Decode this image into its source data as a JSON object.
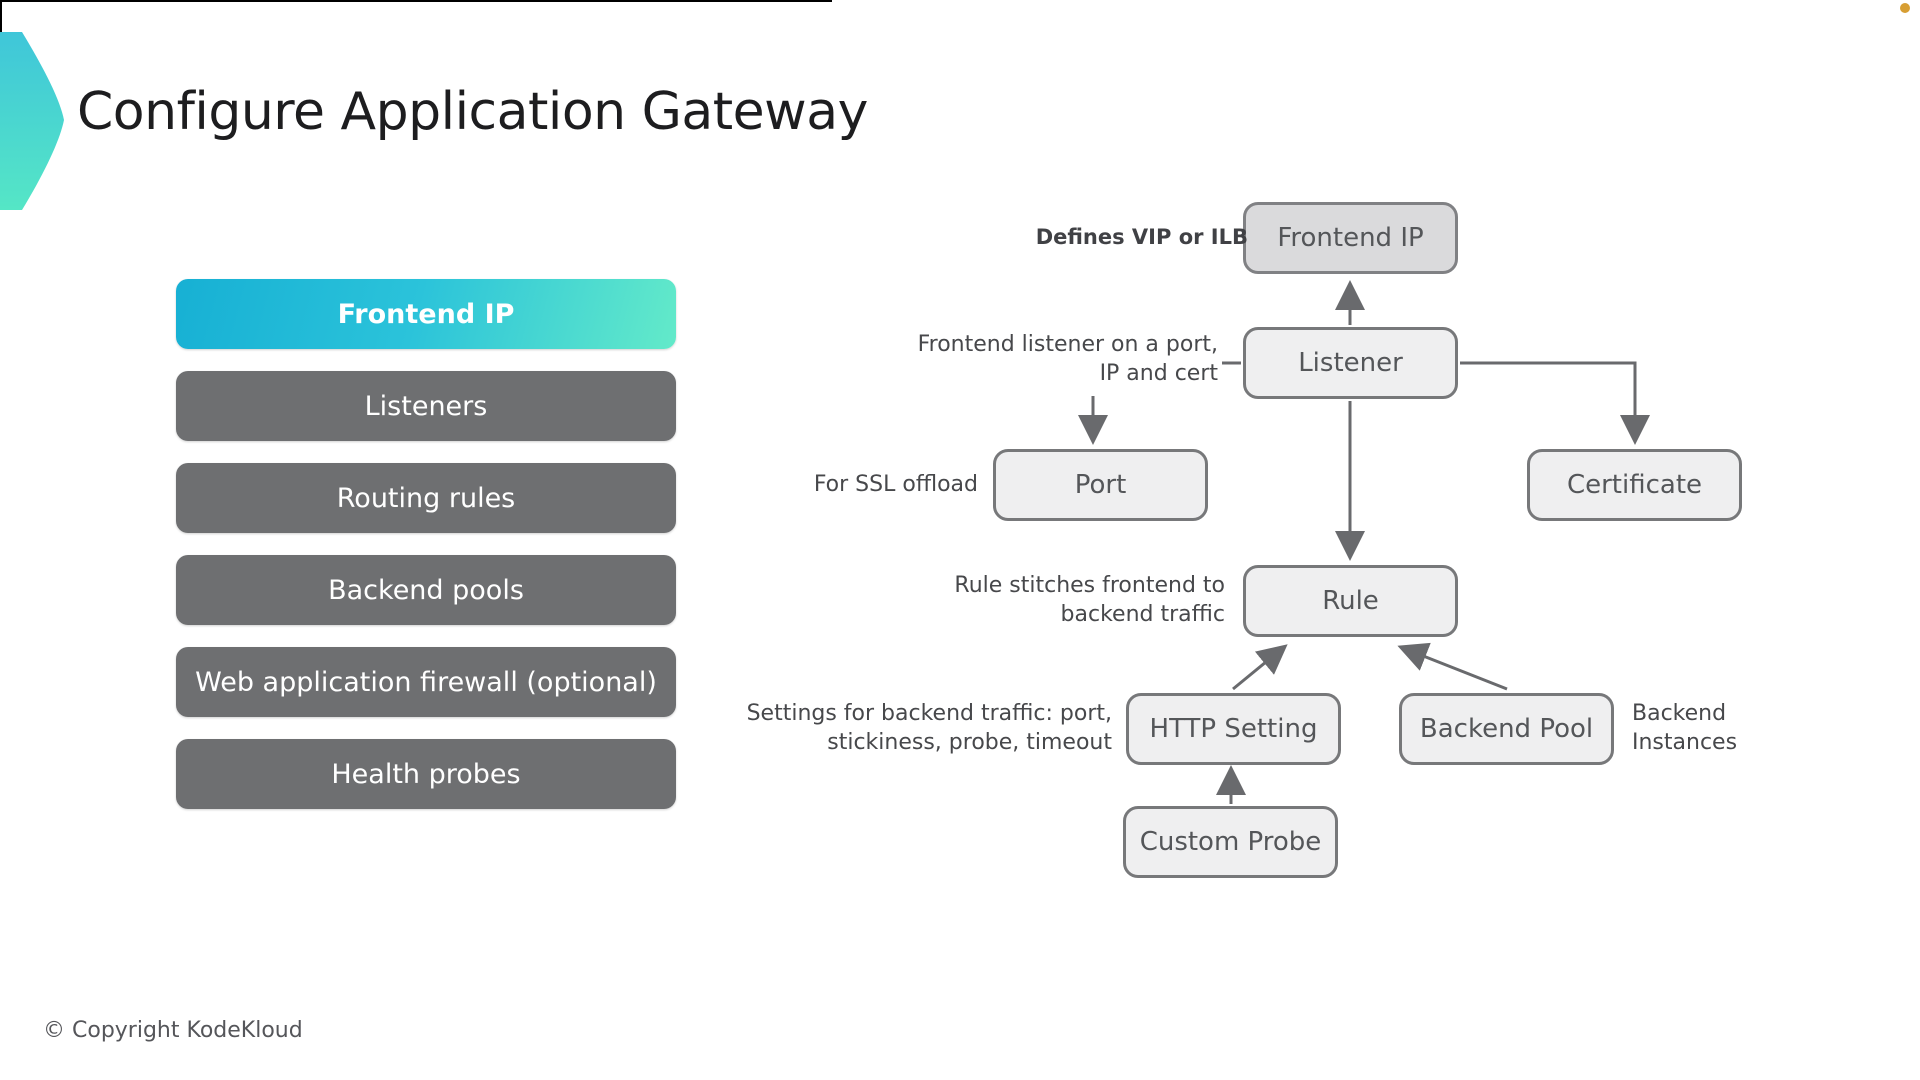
{
  "header": {
    "title": "Configure Application Gateway"
  },
  "footer": {
    "copyright": "© Copyright KodeKloud"
  },
  "decorations": {
    "logo_icon": "kodekloud-chevron",
    "status_dot_color": "#D79E33",
    "accent_gradient_start": "#17B0D4",
    "accent_gradient_end": "#63EAC9",
    "inactive_button_color": "#6E6F71",
    "node_fill": "#EFEFF0",
    "node_border": "#77787A",
    "connector_color": "#696A6D"
  },
  "menu": {
    "items": [
      {
        "label": "Frontend IP",
        "active": true
      },
      {
        "label": "Listeners",
        "active": false
      },
      {
        "label": "Routing rules",
        "active": false
      },
      {
        "label": "Backend pools",
        "active": false
      },
      {
        "label": "Web application firewall (optional)",
        "active": false
      },
      {
        "label": "Health probes",
        "active": false
      }
    ]
  },
  "diagram": {
    "nodes": {
      "frontend_ip": "Frontend IP",
      "listener": "Listener",
      "port": "Port",
      "certificate": "Certificate",
      "rule": "Rule",
      "http_setting": "HTTP Setting",
      "backend_pool": "Backend Pool",
      "custom_probe": "Custom Probe"
    },
    "annotations": {
      "defines_vip": "Defines VIP or ILB",
      "frontend_listener": "Frontend listener on a port,\nIP and cert",
      "for_ssl": "For SSL offload",
      "rule_stitches": "Rule stitches frontend to\nbackend traffic",
      "settings_backend": "Settings for backend traffic: port,\nstickiness, probe, timeout",
      "backend_instances": "Backend\nInstances"
    }
  }
}
